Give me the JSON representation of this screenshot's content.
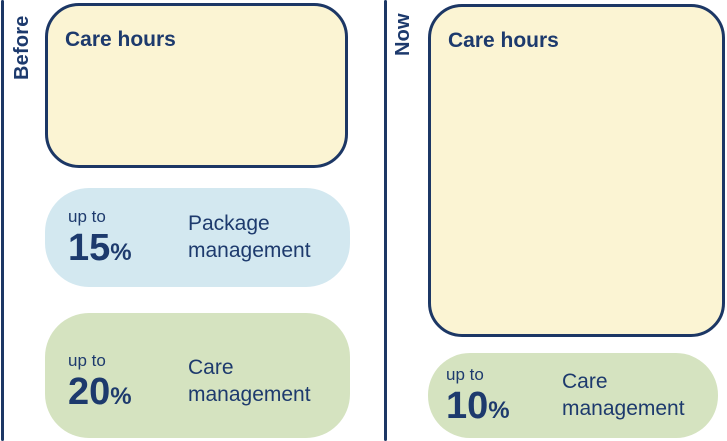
{
  "palette": {
    "navy": "#1d3a6d",
    "outline": "#1c3765",
    "cream": "#fbf4d3",
    "light_blue": "#d3e8f0",
    "light_green": "#d5e3c0",
    "background": "#ffffff"
  },
  "before": {
    "label": "Before",
    "care_hours_title": "Care hours",
    "stats": [
      {
        "prefix": "up to",
        "value": "15",
        "unit": "%",
        "label": "Package management"
      },
      {
        "prefix": "up to",
        "value": "20",
        "unit": "%",
        "label": "Care management"
      }
    ]
  },
  "now": {
    "label": "Now",
    "care_hours_title": "Care hours",
    "stats": [
      {
        "prefix": "up to",
        "value": "10",
        "unit": "%",
        "label": "Care management"
      }
    ]
  }
}
